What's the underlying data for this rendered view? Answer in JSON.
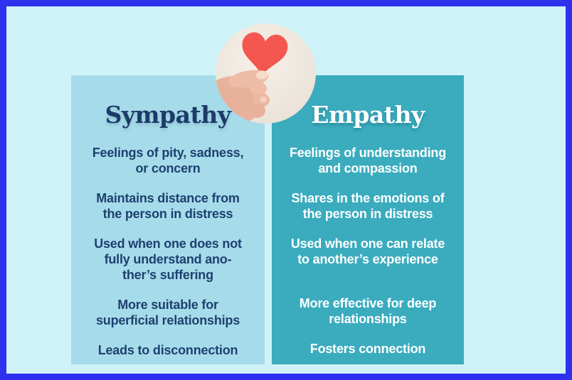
{
  "colors": {
    "frame_border": "#2f31ef",
    "background": "#cff2f8",
    "sympathy_card_bg": "#a6dcea",
    "empathy_card_bg": "#3aacbe",
    "sympathy_title": "#1d3a69",
    "sympathy_text": "#1d4070",
    "empathy_title": "#ffffff",
    "empathy_text": "#ffffff",
    "heart_red": "#f4574f",
    "photo_circle_bg": "#f1ebe2"
  },
  "photo": {
    "name": "hand-holding-red-paper-heart"
  },
  "sympathy_card": {
    "title": "Sympathy",
    "items": [
      {
        "lines": [
          "Feelings of pity, sadness,",
          "or concern"
        ]
      },
      {
        "lines": [
          "Maintains distance from",
          "the person in distress"
        ]
      },
      {
        "lines": [
          "Used when one does not",
          "fully understand ano-",
          "ther’s suffering"
        ]
      },
      {
        "lines": [
          "More suitable for",
          "superficial relationships"
        ]
      },
      {
        "lines": [
          "Leads to disconnection"
        ]
      }
    ]
  },
  "empathy_card": {
    "title": "Empathy",
    "items": [
      {
        "lines": [
          "Feelings of understanding",
          "and compassion"
        ]
      },
      {
        "lines": [
          "Shares in the emotions of",
          "the person in distress"
        ]
      },
      {
        "lines": [
          "Used when one can relate",
          "to another’s experience"
        ]
      },
      {
        "lines": [
          "More effective for deep",
          "relationships"
        ]
      },
      {
        "lines": [
          "Fosters connection"
        ]
      }
    ]
  }
}
